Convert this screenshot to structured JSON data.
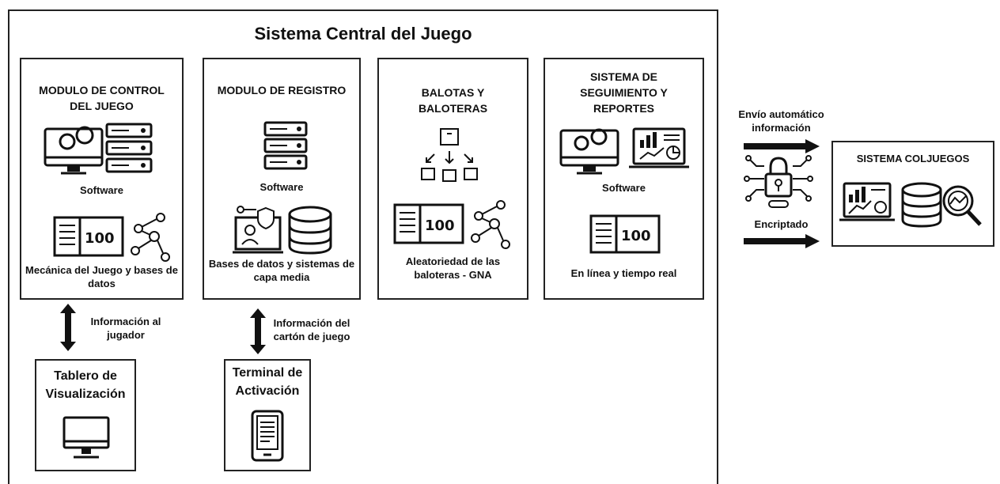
{
  "central": {
    "title": "Sistema Central del Juego",
    "modules": [
      {
        "title": "MODULO DE CONTROL DEL JUEGO",
        "caption1": "Software",
        "caption2": "Mecánica del Juego y bases de datos"
      },
      {
        "title": "MODULO DE REGISTRO",
        "caption1": "Software",
        "caption2": "Bases de datos y sistemas de capa media"
      },
      {
        "title": "BALOTAS Y BALOTERAS",
        "caption2": "Aleatoriedad de las baloteras - GNA"
      },
      {
        "title": "SISTEMA DE SEGUIMIENTO Y REPORTES",
        "caption1": "Software",
        "caption2": "En línea y tiempo real"
      }
    ]
  },
  "links": {
    "info_jugador": "Información al jugador",
    "info_carton": "Información del cartón de juego",
    "envio": "Envío automático información",
    "encriptado": "Encriptado"
  },
  "devices": {
    "tablero": "Tablero de Visualización",
    "terminal": "Terminal de Activación"
  },
  "external": {
    "title": "SISTEMA COLJUEGOS"
  }
}
